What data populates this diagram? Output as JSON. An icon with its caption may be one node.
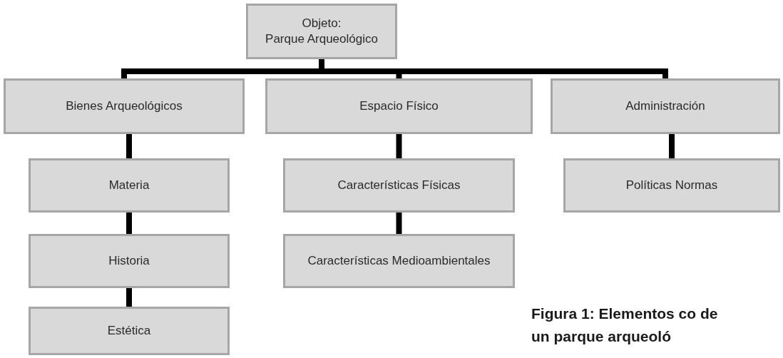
{
  "diagram": {
    "caption": "Figura 1: Elementos co de un parque arqueoló",
    "nodes": [
      {
        "text": [
          "Objeto:",
          "Parque Arqueológico"
        ]
      },
      {
        "text": [
          "Bienes Arqueológicos"
        ]
      },
      {
        "text": [
          "Espacio Físico"
        ]
      },
      {
        "text": [
          "Administración"
        ]
      },
      {
        "text": [
          "Materia"
        ]
      },
      {
        "text": [
          "Características Físicas"
        ]
      },
      {
        "text": [
          "Políticas Normas"
        ]
      },
      {
        "text": [
          "Historia"
        ]
      },
      {
        "text": [
          "Características Medioambientales"
        ]
      },
      {
        "text": [
          "Estética"
        ]
      }
    ],
    "edges": [
      {
        "from": 0,
        "to": 1,
        "arrow": "none"
      },
      {
        "from": 0,
        "to": 2,
        "arrow": "none"
      },
      {
        "from": 0,
        "to": 3,
        "arrow": "none"
      },
      {
        "from": 1,
        "to": 4,
        "arrow": "none"
      },
      {
        "from": 4,
        "to": 7,
        "arrow": "none"
      },
      {
        "from": 7,
        "to": 9,
        "arrow": "none"
      },
      {
        "from": 2,
        "to": 5,
        "arrow": "none"
      },
      {
        "from": 5,
        "to": 8,
        "arrow": "none"
      },
      {
        "from": 3,
        "to": 6,
        "arrow": "none"
      }
    ]
  }
}
